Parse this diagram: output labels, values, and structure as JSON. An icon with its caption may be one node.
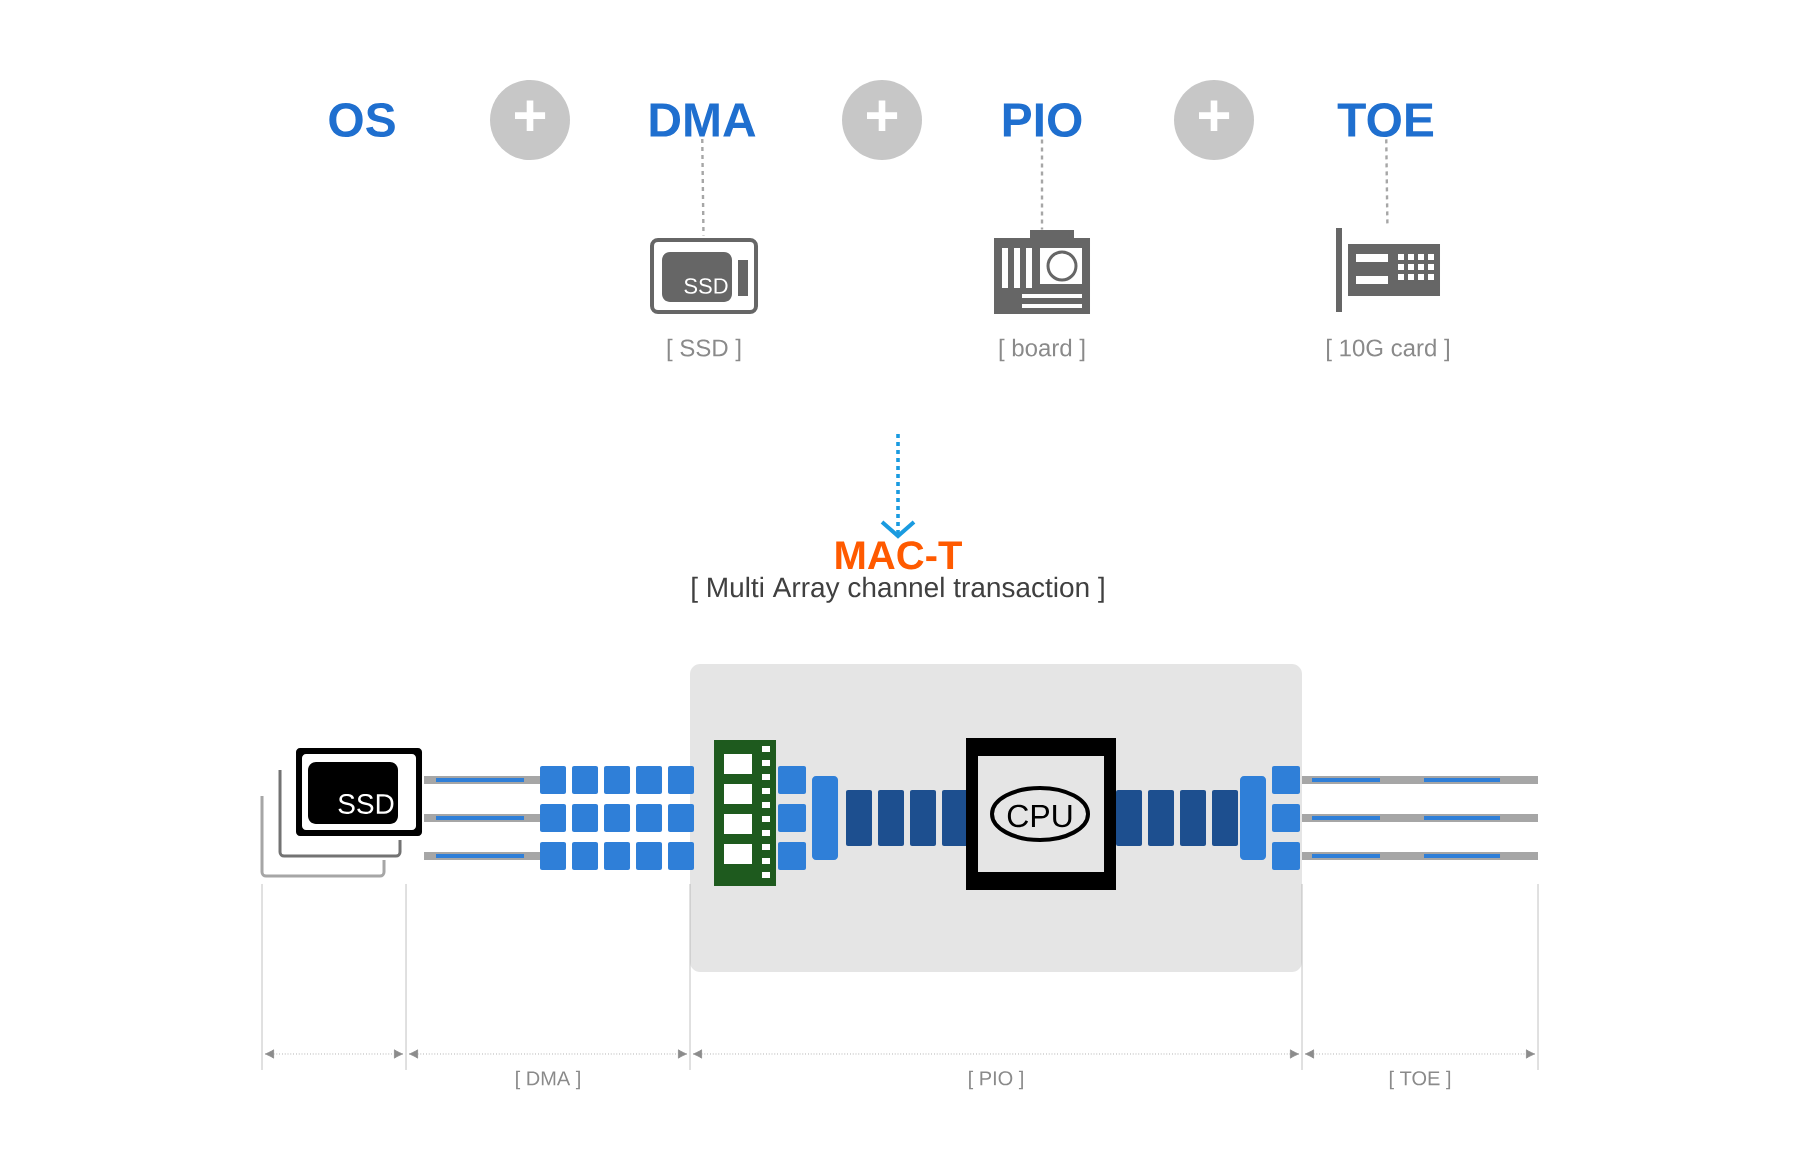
{
  "diagram": {
    "nodes": [
      {
        "text": [
          "OS"
        ]
      },
      {
        "text": [
          "DMA"
        ]
      },
      {
        "text": [
          "PIO"
        ]
      },
      {
        "text": [
          "TOE"
        ]
      },
      {
        "text": [],
        "shape": "picture",
        "beside": [
          "[ SSD ]"
        ]
      },
      {
        "text": [],
        "shape": "picture",
        "beside": [
          "[ board ]"
        ]
      },
      {
        "text": [],
        "shape": "picture",
        "beside": [
          "[ 10G card ]"
        ]
      },
      {
        "text": [
          "MAC-T",
          "[ Multi Array channel transaction ]"
        ]
      }
    ],
    "edges": [
      {
        "from": 1,
        "to": 4,
        "arrow": "none",
        "style": "dashed"
      },
      {
        "from": 2,
        "to": 5,
        "arrow": "none",
        "style": "dashed"
      },
      {
        "from": 3,
        "to": 6,
        "arrow": "none",
        "style": "dashed"
      },
      {
        "from": null,
        "to": 7,
        "arrow": "to",
        "style": "dashed",
        "color": "#1a9be0"
      }
    ],
    "labels": [
      "+",
      "+",
      "+",
      "SSD",
      "SSD",
      "CPU",
      "[ DMA ]",
      "[ PIO ]",
      "[ TOE ]"
    ]
  }
}
